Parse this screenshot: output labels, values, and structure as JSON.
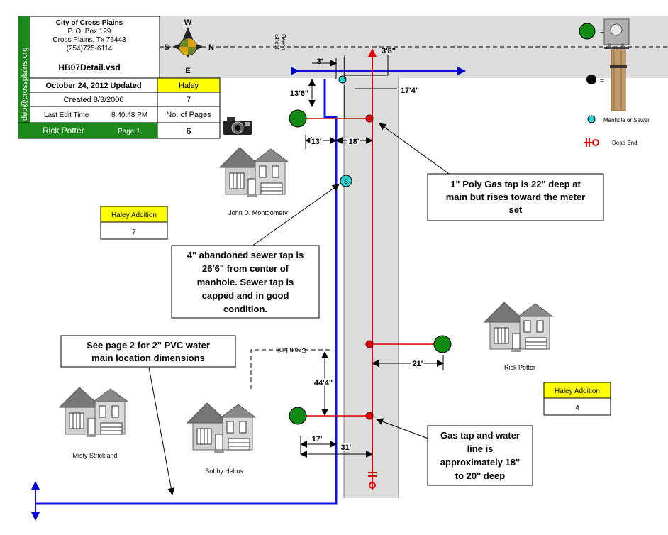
{
  "title_block": {
    "city": "City of Cross Plains",
    "po_box": "P. O. Box 129",
    "city_state": "Cross Plains, Tx  76443",
    "phone": "(254)725-6114",
    "filename": "HB07Detail.vsd",
    "updated": "October 24, 2012 Updated",
    "subdivision": "Haley",
    "created": "Created 8/3/2000",
    "created_value": "7",
    "last_edit_label": "Last Edit Time",
    "last_edit_time": "8:40:48 PM",
    "pages_label": "No. of Pages",
    "author": "Rick Potter",
    "page_label": "Page 1",
    "pages_value": "6",
    "email": "deb@crossplains.org"
  },
  "compass": {
    "n": "N",
    "s": "S",
    "e": "E",
    "w": "W"
  },
  "street": {
    "name_line1": "Beech",
    "name_line2": "Street"
  },
  "legend": {
    "manhole_label": "Manhole or Sewer",
    "dead_end_label": "Dead End",
    "equals": "="
  },
  "dimensions": {
    "d_3": "3'",
    "d_3_8": "3'8\"",
    "d_17_4": "17'4\"",
    "d_13_6": "13'6\"",
    "d_13": "13'",
    "d_18": "18'",
    "d_21": "21'",
    "d_44_4": "44'4\"",
    "d_17": "17'",
    "d_31": "31'"
  },
  "houses": {
    "montgomery": "John D. Montgomery",
    "potter": "Rick Potter",
    "strickland": "Misty Strickland",
    "helms": "Bobby Helms"
  },
  "lots": {
    "left": {
      "title": "Haley Addition",
      "number": "7"
    },
    "right": {
      "title": "Haley Addition",
      "number": "4"
    }
  },
  "manhole_letter": "S",
  "chain_link": "Chain Link",
  "callouts": {
    "gas_tap": [
      "1\" Poly Gas tap is  22\" deep at",
      "main but rises toward the meter",
      "set"
    ],
    "sewer": [
      "4\" abandoned sewer tap is",
      "26'6\" from center of",
      "manhole. Sewer tap is",
      "capped and in good",
      "condition."
    ],
    "page2": [
      "See page 2 for 2\" PVC water",
      "main location dimensions"
    ],
    "gas_water": [
      "Gas tap and water",
      "line is",
      "approximately 18\"",
      "to 20\" deep"
    ]
  }
}
